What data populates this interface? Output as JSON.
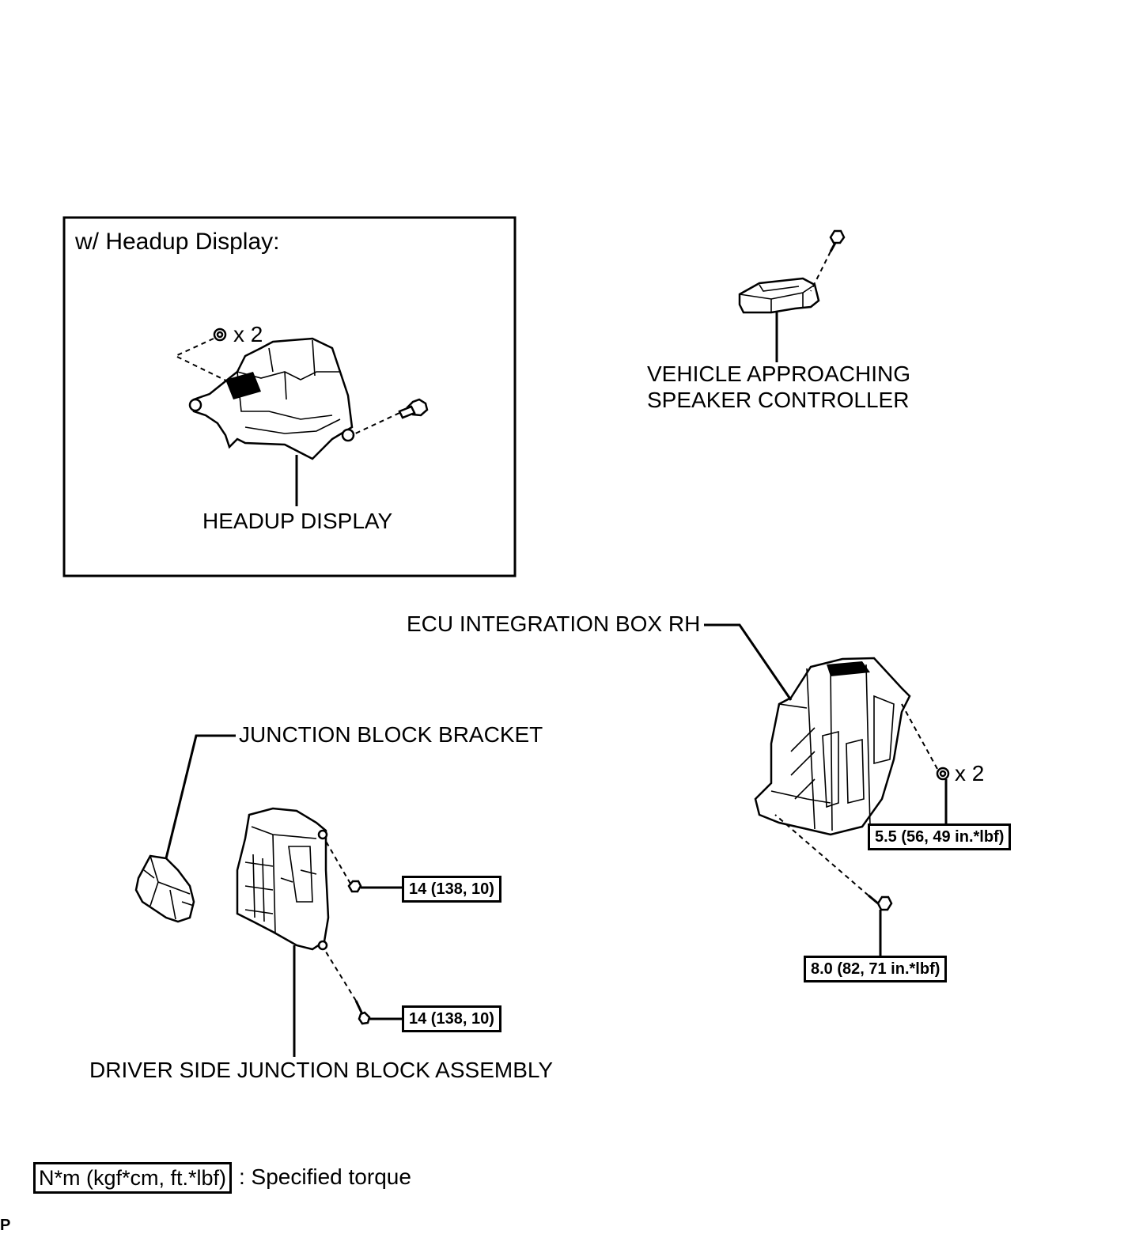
{
  "inset": {
    "title": "w/ Headup Display:",
    "qty_label": "x 2",
    "part_label": "HEADUP DISPLAY"
  },
  "vehicle_speaker": {
    "label_line1": "VEHICLE APPROACHING",
    "label_line2": "SPEAKER CONTROLLER"
  },
  "ecu_box": {
    "label": "ECU INTEGRATION BOX RH",
    "qty_label": "x 2",
    "torque_nut": "5.5 (56, 49 in.*lbf)",
    "torque_bolt": "8.0 (82, 71 in.*lbf)"
  },
  "junction": {
    "bracket_label": "JUNCTION BLOCK BRACKET",
    "assembly_label": "DRIVER SIDE JUNCTION BLOCK ASSEMBLY",
    "torque_upper": "14 (138, 10)",
    "torque_lower": "14 (138, 10)"
  },
  "legend": {
    "torque_units": "N*m (kgf*cm, ft.*lbf)",
    "description": ": Specified torque"
  },
  "footer_code": "P"
}
